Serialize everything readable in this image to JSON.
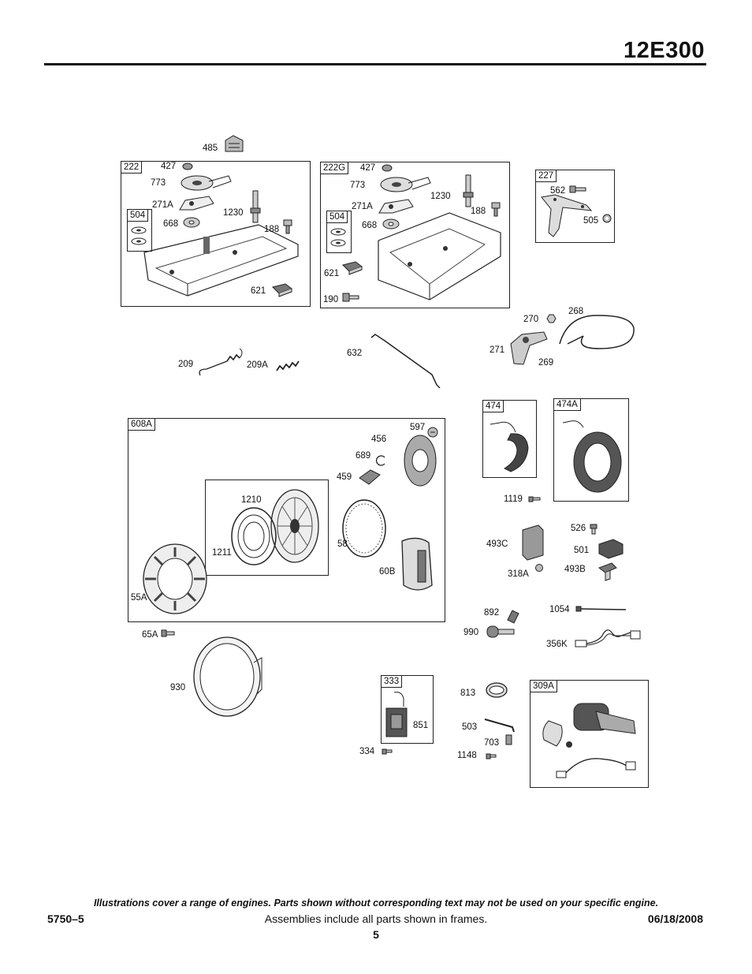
{
  "header": {
    "model": "12E300"
  },
  "frames": {
    "f222": "222",
    "f504a": "504",
    "f222g": "222G",
    "f504b": "504",
    "f227": "227",
    "f608a": "608A",
    "f474": "474",
    "f474a": "474A",
    "f333": "333",
    "f309a": "309A"
  },
  "parts": {
    "p485": "485",
    "p427a": "427",
    "p773a": "773",
    "p271aa": "271A",
    "p1230a": "1230",
    "p668a": "668",
    "p188a": "188",
    "p621a": "621",
    "p427b": "427",
    "p773b": "773",
    "p271ab": "271A",
    "p1230b": "1230",
    "p188b": "188",
    "p668b": "668",
    "p621b": "621",
    "p190": "190",
    "p562": "562",
    "p505": "505",
    "p270": "270",
    "p268": "268",
    "p271": "271",
    "p269": "269",
    "p209": "209",
    "p209a": "209A",
    "p632": "632",
    "p597": "597",
    "p456": "456",
    "p689": "689",
    "p459": "459",
    "p1210": "1210",
    "p1211": "1211",
    "p58": "58",
    "p60b": "60B",
    "p55a": "55A",
    "p1119": "1119",
    "p526": "526",
    "p493c": "493C",
    "p501": "501",
    "p493b": "493B",
    "p318a": "318A",
    "p892": "892",
    "p1054": "1054",
    "p990": "990",
    "p356k": "356K",
    "p65a": "65A",
    "p930": "930",
    "p851": "851",
    "p334": "334",
    "p813": "813",
    "p503": "503",
    "p703": "703",
    "p1148": "1148"
  },
  "footer": {
    "disclaimer": "Illustrations cover a range of engines. Parts shown without corresponding text may not be used on your specific engine.",
    "doc_number": "5750–5",
    "assemblies_note": "Assemblies include all parts shown in frames.",
    "date": "06/18/2008",
    "page": "5"
  }
}
